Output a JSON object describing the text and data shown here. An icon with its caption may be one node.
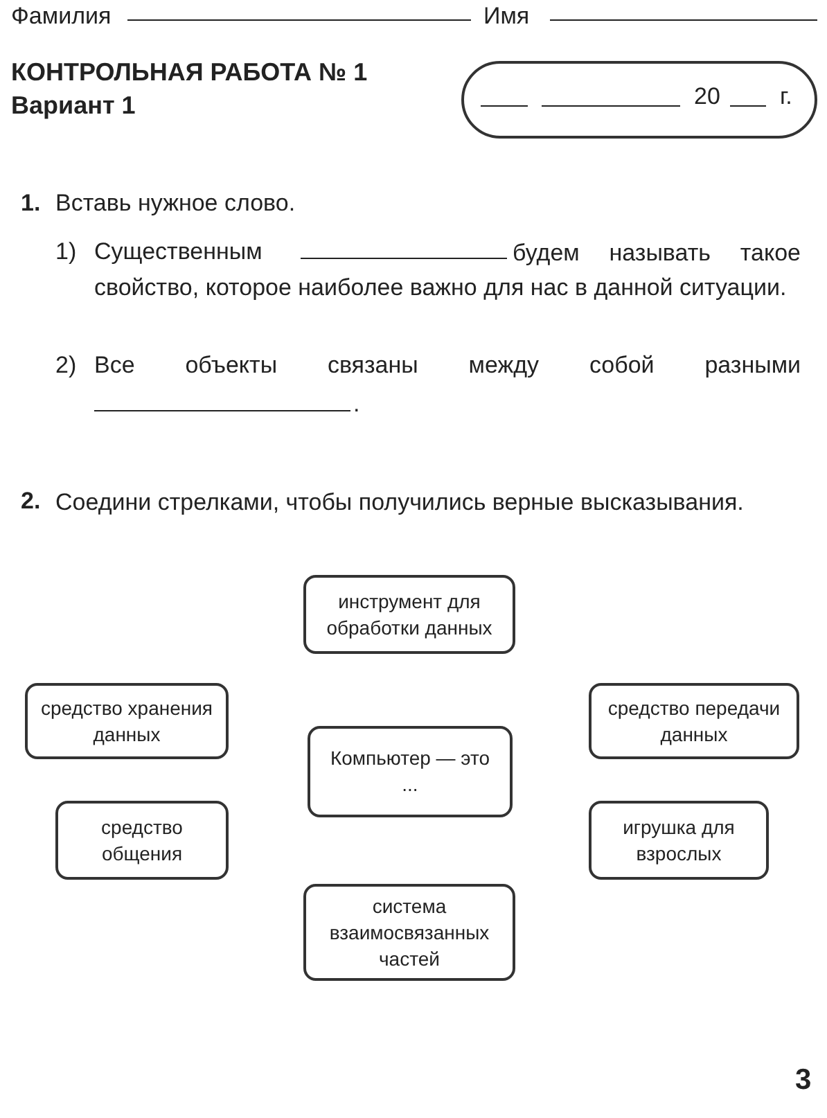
{
  "diagram": {
    "title": "КОНТРОЛЬНАЯ РАБОТА № 1",
    "nodes": [
      {
        "text": [
          "20",
          "г."
        ]
      },
      {
        "text": [
          "инструмент для обработки данных"
        ]
      },
      {
        "text": [
          "средство хранения данных"
        ]
      },
      {
        "text": [
          "Компьютер — это ..."
        ]
      },
      {
        "text": [
          "средство передачи данных"
        ]
      },
      {
        "text": [
          "средство общения"
        ]
      },
      {
        "text": [
          "игрушка для взрослых"
        ]
      },
      {
        "text": [
          "система взаимосвязанных частей"
        ]
      }
    ],
    "labels": [
      "Фамилия",
      "Имя",
      "Вариант 1",
      "1.",
      "Вставь нужное слово.",
      "1)",
      "Существенным",
      "будем называть такое свойство, которое наиболее важно для нас в данной ситуации.",
      "2)",
      "Все объекты связаны между собой разными",
      ".",
      "2.",
      "Соедини стрелками, чтобы получились верные высказывания.",
      "3"
    ]
  }
}
